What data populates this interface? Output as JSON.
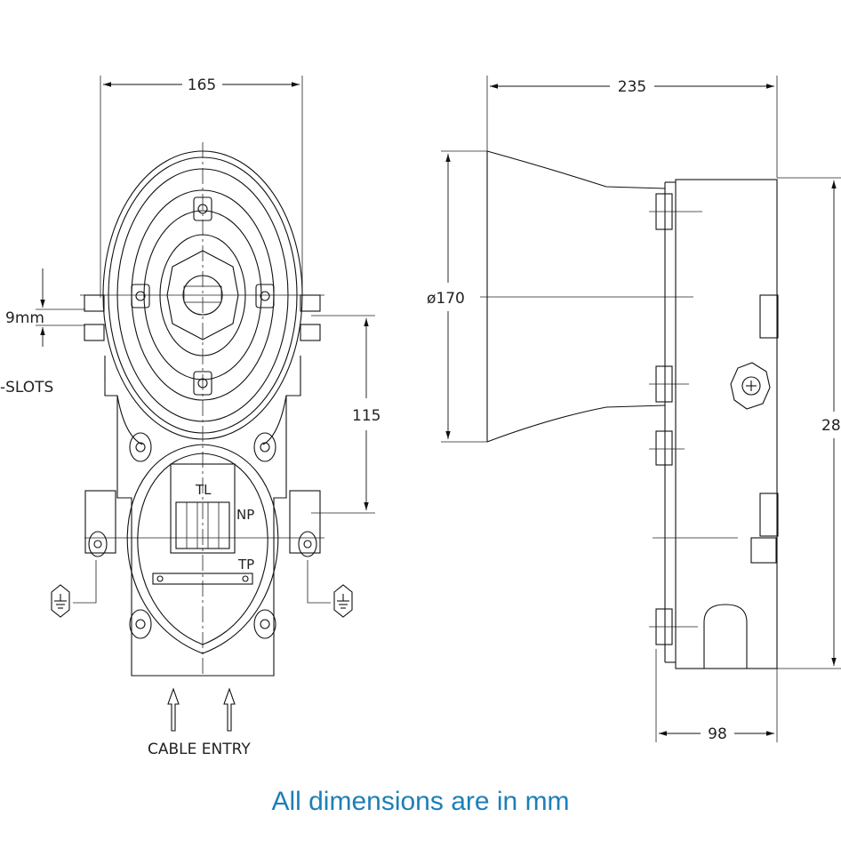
{
  "drawing": {
    "front_view": {
      "dim_width": "165",
      "dim_slot_height": "9mm",
      "slots_label": "-SLOTS",
      "dim_mount_height": "115",
      "label_tl": "TL",
      "label_np": "NP",
      "label_tp": "TP",
      "cable_entry_label": "CABLE  ENTRY"
    },
    "side_view": {
      "dim_depth": "235",
      "dim_horn_diameter": "ø170",
      "dim_height": "28",
      "dim_base_depth": "98"
    }
  },
  "footer": {
    "note": "All dimensions are in mm"
  },
  "colors": {
    "line": "#111111",
    "footer_text": "#1d7fb8"
  }
}
